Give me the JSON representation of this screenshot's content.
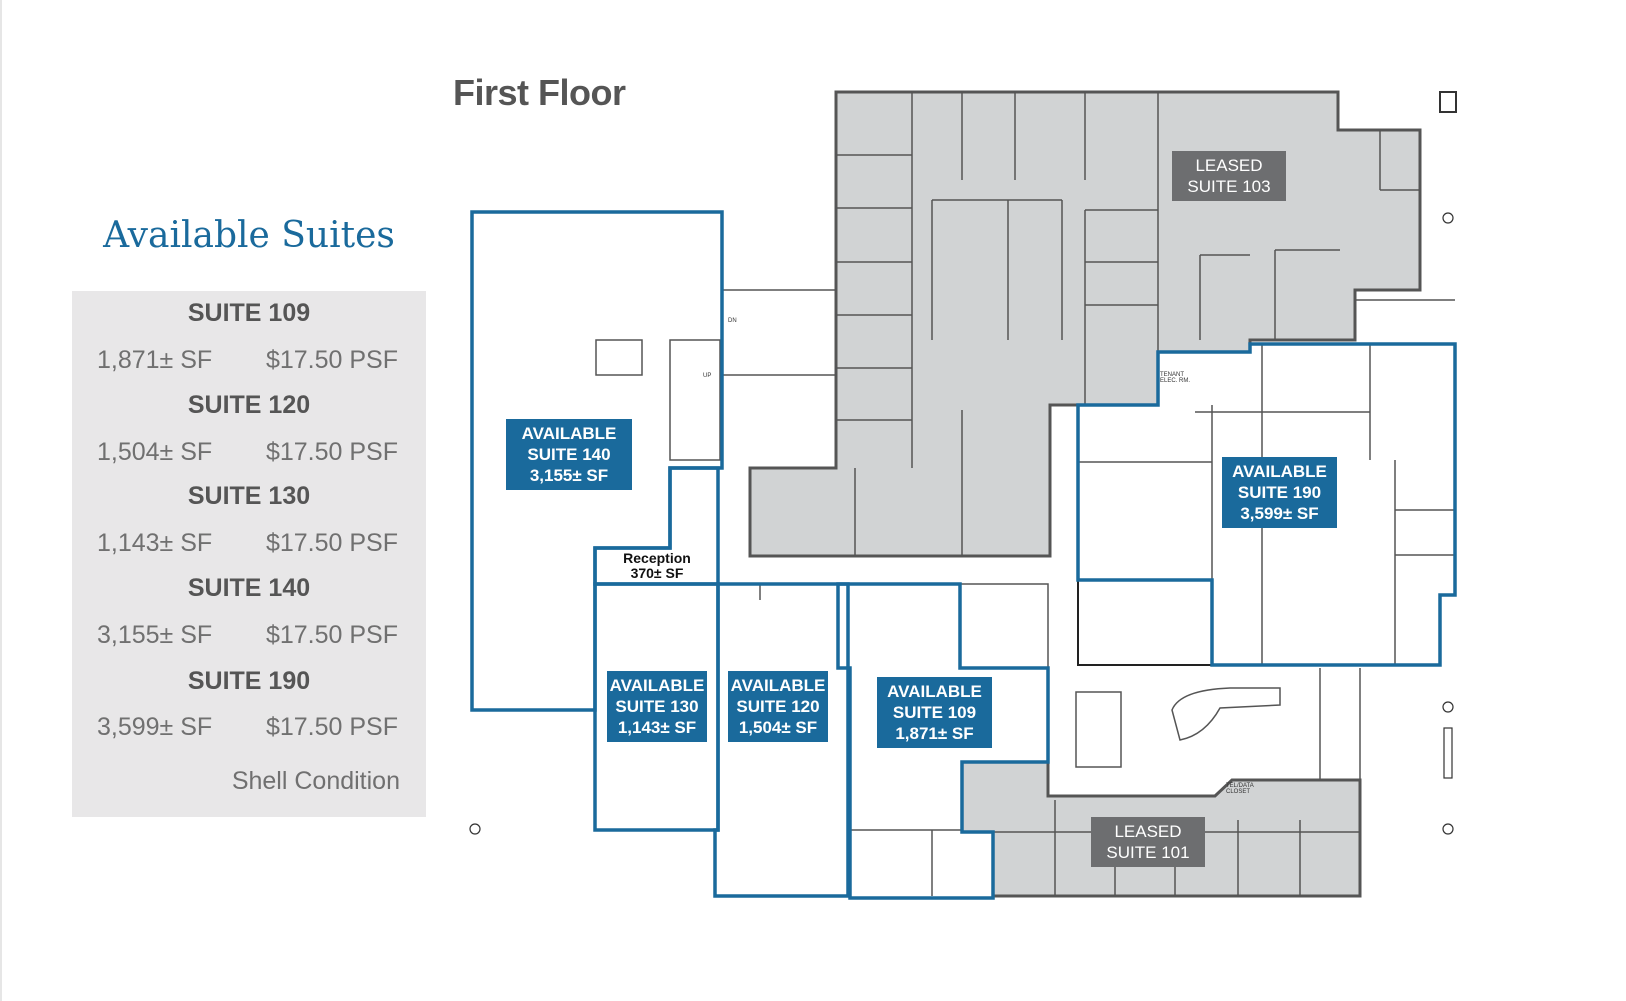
{
  "floor_title": "First Floor",
  "sidebar": {
    "title": "Available Suites",
    "suites": [
      {
        "name": "SUITE 109",
        "area": "1,871± SF",
        "rate": "$17.50 PSF"
      },
      {
        "name": "SUITE 120",
        "area": "1,504± SF",
        "rate": "$17.50 PSF"
      },
      {
        "name": "SUITE 130",
        "area": "1,143± SF",
        "rate": "$17.50 PSF"
      },
      {
        "name": "SUITE 140",
        "area": "3,155± SF",
        "rate": "$17.50 PSF"
      },
      {
        "name": "SUITE 190",
        "area": "3,599± SF",
        "rate": "$17.50 PSF"
      }
    ],
    "condition": "Shell Condition"
  },
  "plan": {
    "labels": {
      "s140": [
        "AVAILABLE",
        "SUITE 140",
        "3,155± SF"
      ],
      "s130": [
        "AVAILABLE",
        "SUITE 130",
        "1,143± SF"
      ],
      "s120": [
        "AVAILABLE",
        "SUITE 120",
        "1,504± SF"
      ],
      "s109": [
        "AVAILABLE",
        "SUITE 109",
        "1,871± SF"
      ],
      "s190": [
        "AVAILABLE",
        "SUITE 190",
        "3,599± SF"
      ],
      "s103": [
        "LEASED",
        "SUITE 103"
      ],
      "s101": [
        "LEASED",
        "SUITE 101"
      ],
      "reception": [
        "Reception",
        "370± SF"
      ]
    },
    "small_text": {
      "dn": "DN",
      "up": "UP",
      "tenant_elec": "TENANT ELEC. RM.",
      "teldata": "TEL/DATA CLOSET"
    },
    "colors": {
      "available": "#1a6a9c",
      "leased_fill": "#d1d3d4",
      "leased_label": "#6d6e70"
    }
  }
}
